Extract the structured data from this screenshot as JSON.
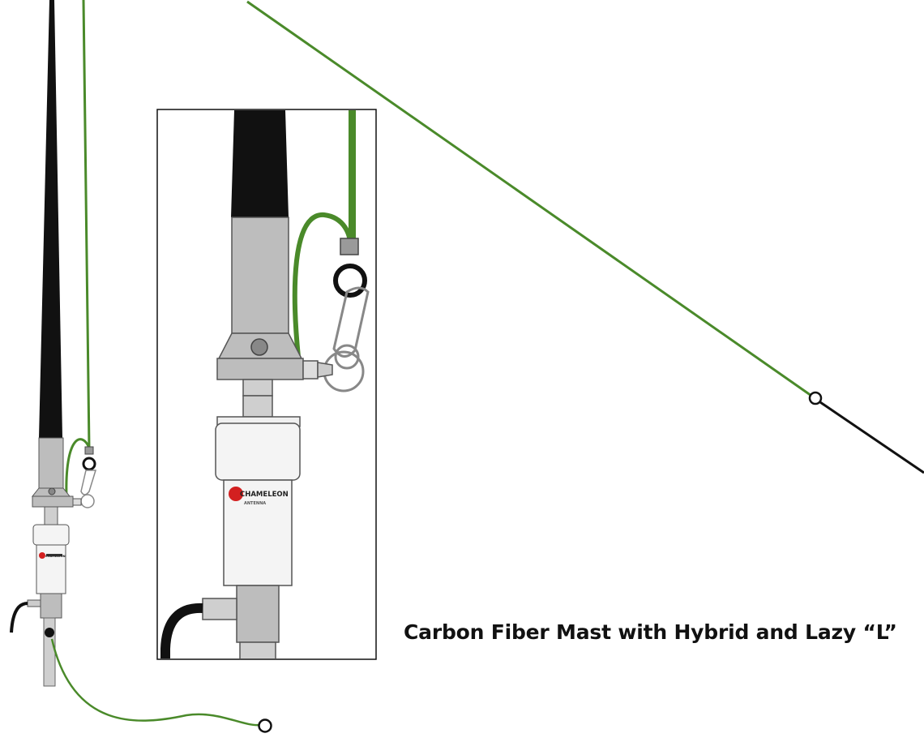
{
  "caption": "Carbon Fiber Mast with Hybrid and Lazy “L”",
  "logo": {
    "brand": "CHAMELEON",
    "sub": "ANTENNA",
    "accent": "#d32020"
  },
  "colors": {
    "wire": "#4a8a2a",
    "mast": "#111111",
    "metal": "#bdbdbd",
    "body": "#f4f4f4"
  }
}
